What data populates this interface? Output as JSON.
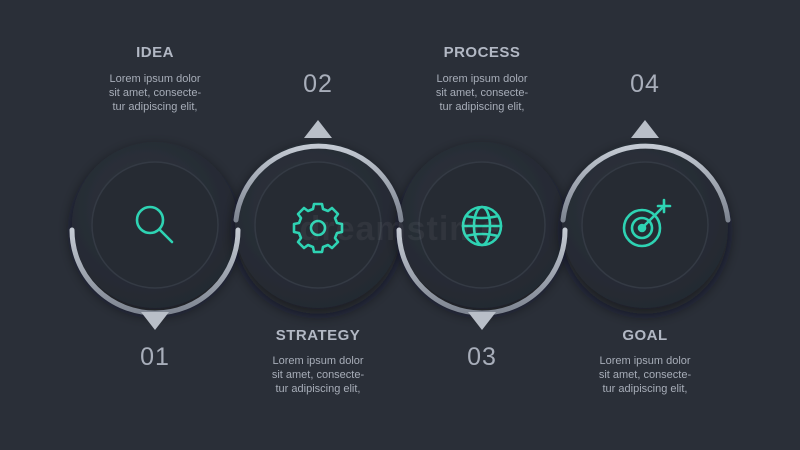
{
  "steps": [
    {
      "number": "01",
      "title": "IDEA",
      "desc_lines": [
        "Lorem ipsum dolor",
        "sit amet, consecte-",
        "tur adipiscing elit,"
      ],
      "icon": "search-icon"
    },
    {
      "number": "02",
      "title": "STRATEGY",
      "desc_lines": [
        "Lorem ipsum dolor",
        "sit amet, consecte-",
        "tur adipiscing elit,"
      ],
      "icon": "gear-icon"
    },
    {
      "number": "03",
      "title": "PROCESS",
      "desc_lines": [
        "Lorem ipsum dolor",
        "sit amet, consecte-",
        "tur adipiscing elit,"
      ],
      "icon": "globe-icon"
    },
    {
      "number": "04",
      "title": "GOAL",
      "desc_lines": [
        "Lorem ipsum dolor",
        "sit amet, consecte-",
        "tur adipiscing elit,"
      ],
      "icon": "target-icon"
    }
  ],
  "watermark": "dreamstime",
  "colors": {
    "background": "#2a2f38",
    "circle_fill": "#252a32",
    "ring": "#9ca3ae",
    "icon": "#2ed3b3",
    "text": "#b2b8c4"
  }
}
